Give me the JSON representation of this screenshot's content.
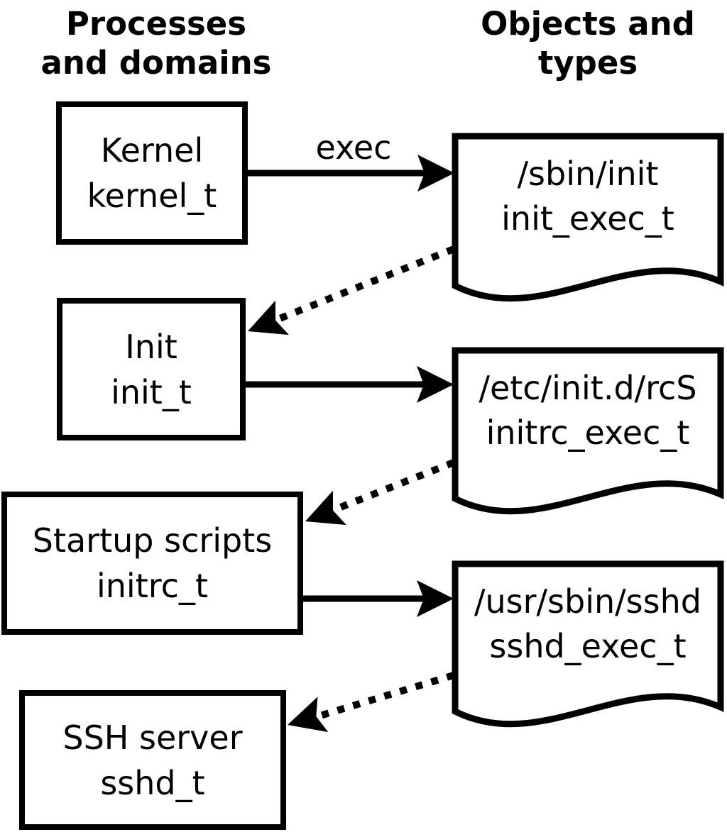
{
  "headers": {
    "processes": {
      "line1": "Processes",
      "line2": "and domains"
    },
    "objects": {
      "line1": "Objects and",
      "line2": "types"
    }
  },
  "process_boxes": [
    {
      "name": "Kernel",
      "type_label": "kernel_t"
    },
    {
      "name": "Init",
      "type_label": "init_t"
    },
    {
      "name": "Startup scripts",
      "type_label": "initrc_t"
    },
    {
      "name": "SSH server",
      "type_label": "sshd_t"
    }
  ],
  "object_docs": [
    {
      "path": "/sbin/init",
      "type_label": "init_exec_t"
    },
    {
      "path": "/etc/init.d/rcS",
      "type_label": "initrc_exec_t"
    },
    {
      "path": "/usr/sbin/sshd",
      "type_label": "sshd_exec_t"
    }
  ],
  "labels": {
    "exec": "exec"
  },
  "colors": {
    "foreground": "#000000",
    "background": "#ffffff"
  }
}
